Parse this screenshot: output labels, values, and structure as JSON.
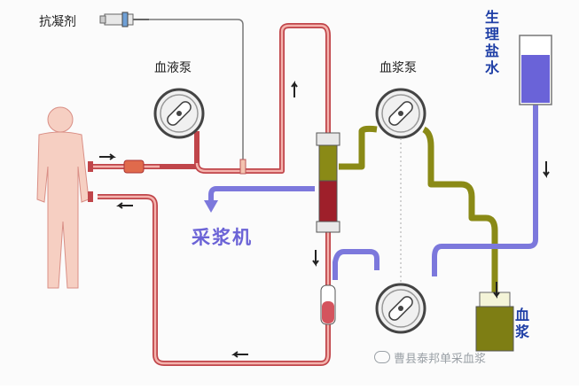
{
  "labels": {
    "anticoagulant": "抗凝剂",
    "blood_pump": "血液泵",
    "plasma_pump": "血浆泵",
    "saline": "生理盐水",
    "plasma_machine": "采浆机",
    "plasma": "血浆"
  },
  "watermark": "曹县泰邦单采血浆",
  "colors": {
    "blood_line": "#c0454a",
    "blood_fill": "#f4b3ad",
    "saline_line": "#7c78dc",
    "plasma_line": "#8a8a16",
    "body": "#f6cfc2"
  }
}
